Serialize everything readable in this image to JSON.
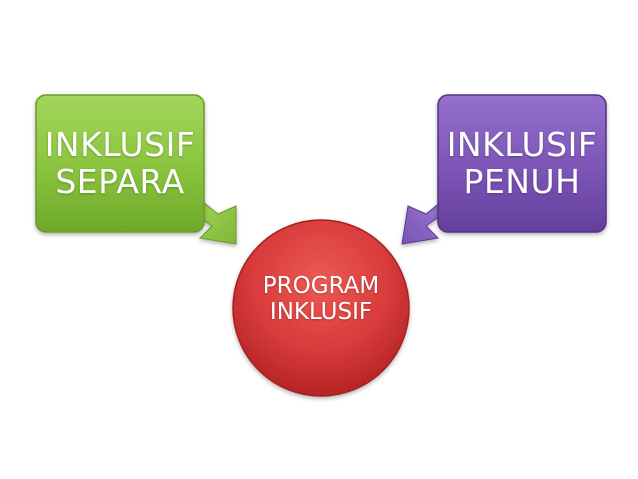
{
  "diagram": {
    "left_box": {
      "line1": "INKLUSIF",
      "line2": "SEPARA",
      "color": "#8cc63f"
    },
    "right_box": {
      "line1": "INKLUSIF",
      "line2": "PENUH",
      "color": "#7e57b8"
    },
    "center_circle": {
      "line1": "PROGRAM",
      "line2": "INKLUSIF",
      "color": "#d83b3b"
    }
  }
}
